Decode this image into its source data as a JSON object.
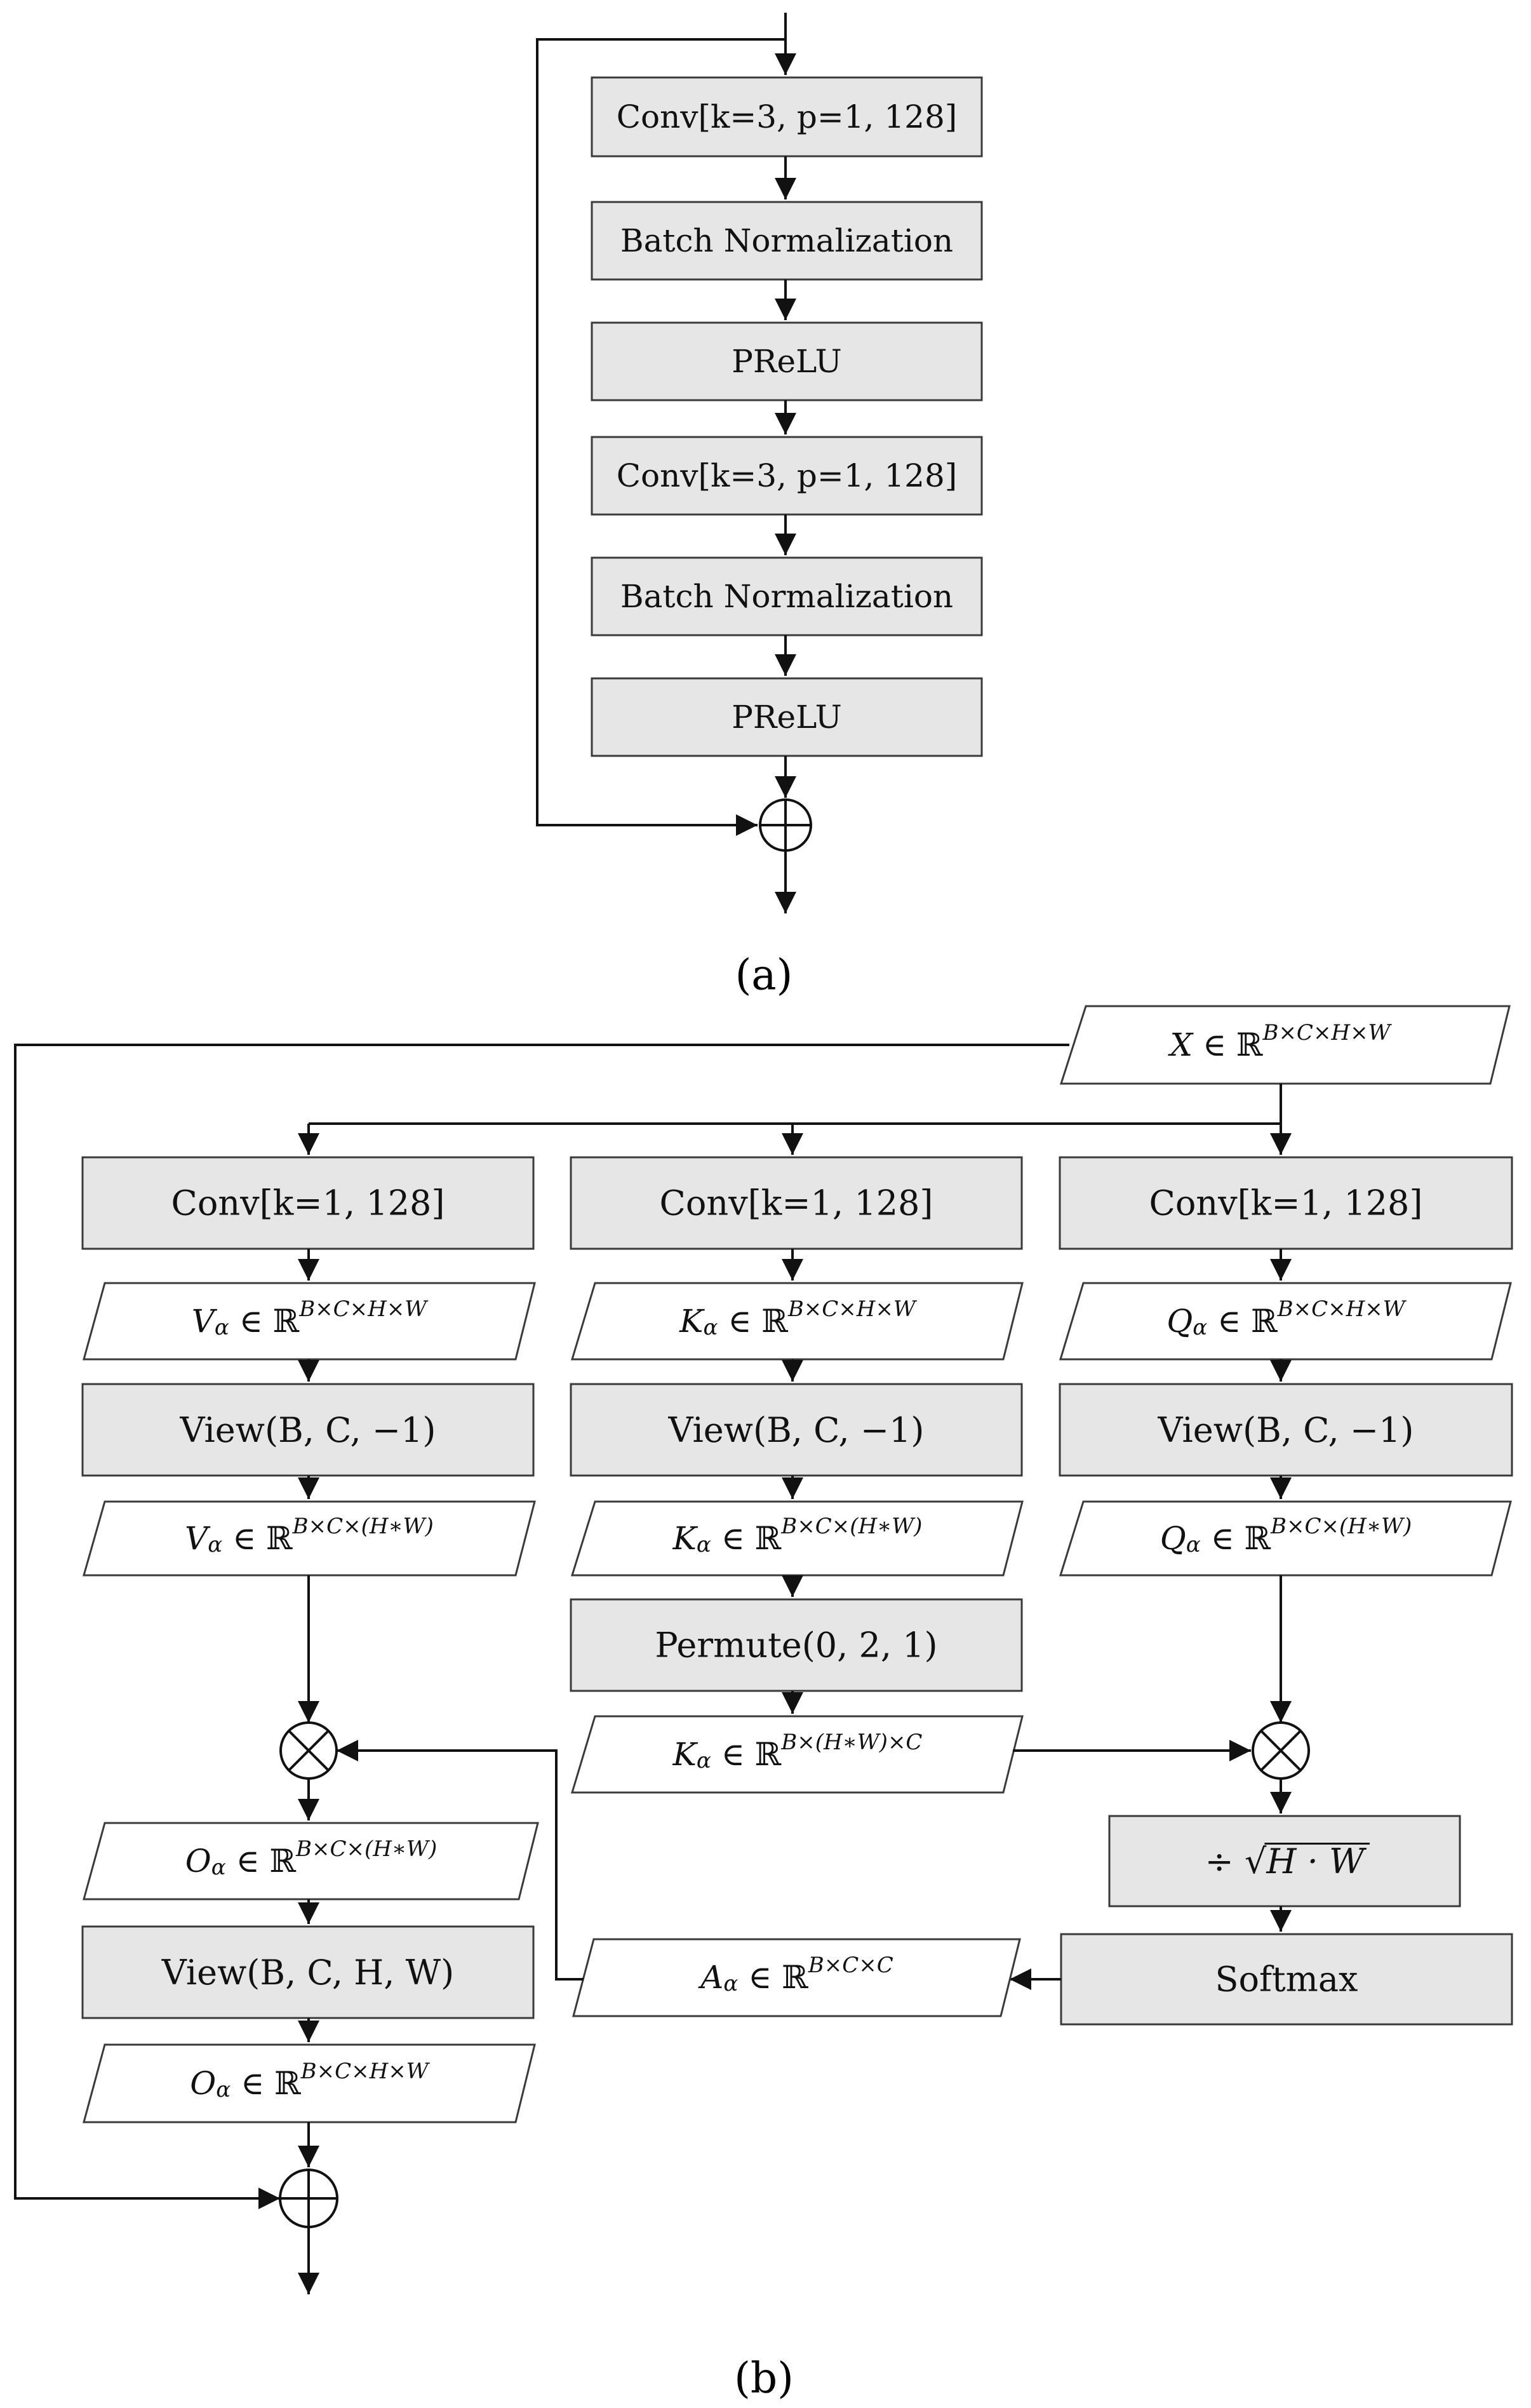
{
  "figure_a": {
    "caption": "(a)",
    "steps": [
      "Conv[k=3, p=1, 128]",
      "Batch Normalization",
      "PReLU",
      "Conv[k=3, p=1, 128]",
      "Batch Normalization",
      "PReLU"
    ]
  },
  "figure_b": {
    "caption": "(b)",
    "input": "X ∈ ℝ^{B×C×H×W}",
    "branch_v": {
      "conv": "Conv[k=1, 128]",
      "v1": "V_α ∈ ℝ^{B×C×H×W}",
      "view": "View(B, C, −1)",
      "v2": "V_α ∈ ℝ^{B×C×(H∗W)}"
    },
    "branch_k": {
      "conv": "Conv[k=1, 128]",
      "k1": "K_α ∈ ℝ^{B×C×H×W}",
      "view": "View(B, C, −1)",
      "k2": "K_α ∈ ℝ^{B×C×(H∗W)}",
      "permute": "Permute(0, 2, 1)",
      "k3": "K_α ∈ ℝ^{B×(H∗W)×C}"
    },
    "branch_q": {
      "conv": "Conv[k=1, 128]",
      "q1": "Q_α ∈ ℝ^{B×C×H×W}",
      "view": "View(B, C, −1)",
      "q2": "Q_α ∈ ℝ^{B×C×(H∗W)}"
    },
    "scale": "÷ √(H · W)",
    "softmax": "Softmax",
    "attention": "A_α ∈ ℝ^{B×C×C}",
    "o1": "O_α ∈ ℝ^{B×C×(H∗W)}",
    "view_out": "View(B, C, H, W)",
    "o2": "O_α ∈ ℝ^{B×C×H×W}"
  }
}
